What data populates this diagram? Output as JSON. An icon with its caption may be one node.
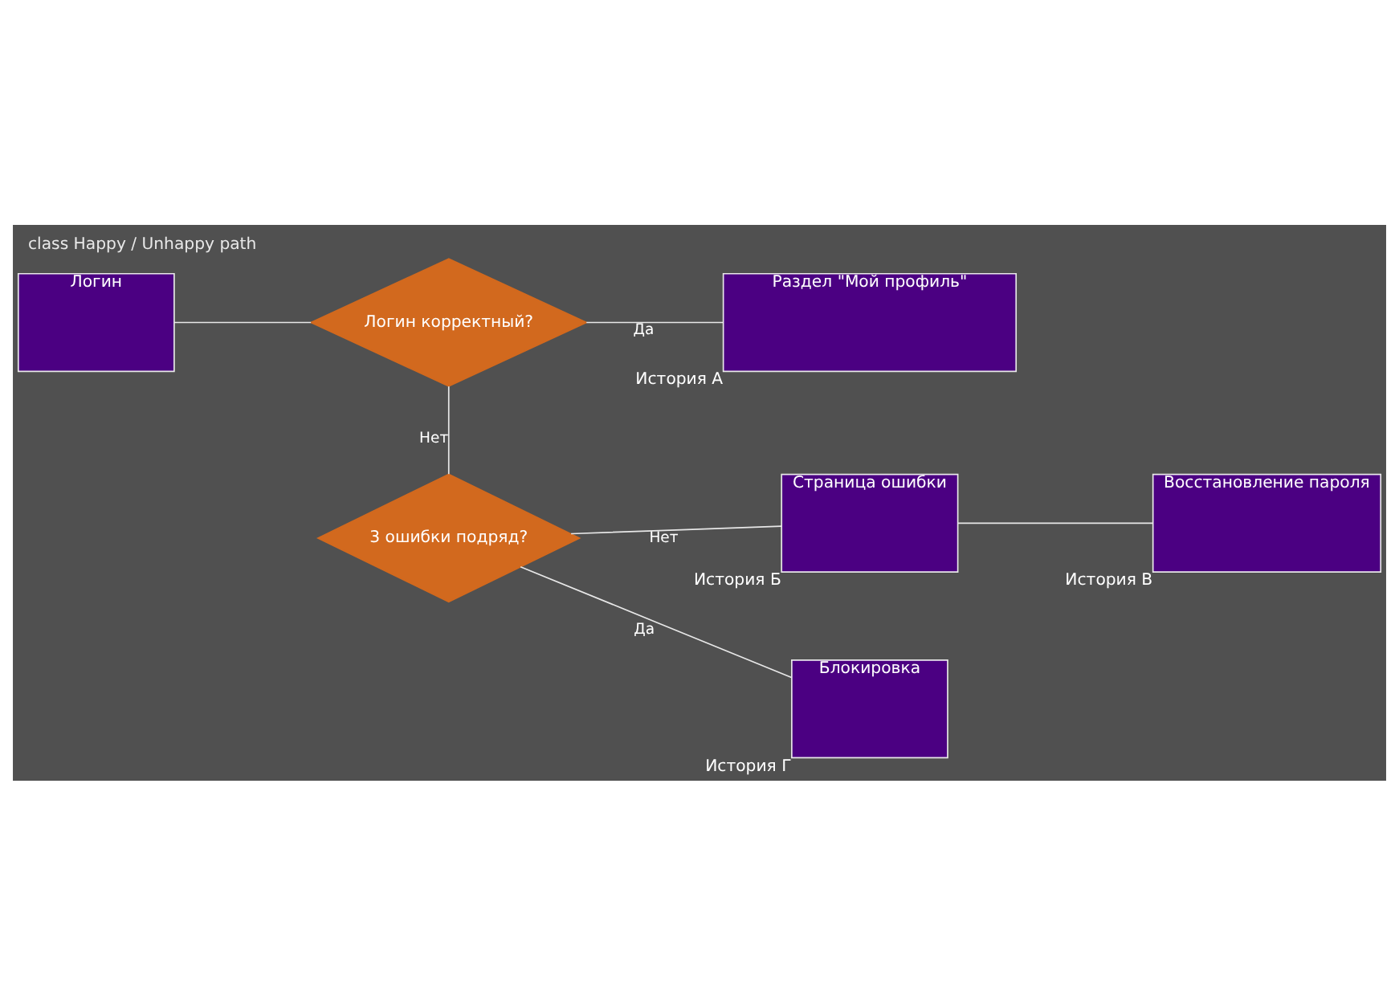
{
  "diagram": {
    "title": "class Happy / Unhappy path",
    "nodes": [
      {
        "text": [
          "Логин"
        ]
      },
      {
        "text": [
          "Логин корректный?"
        ]
      },
      {
        "text": [
          "Раздел \"Мой профиль\""
        ],
        "beside": [
          "История А"
        ]
      },
      {
        "text": [
          "3 ошибки подряд?"
        ]
      },
      {
        "text": [
          "Страница ошибки"
        ],
        "beside": [
          "История Б"
        ]
      },
      {
        "text": [
          "Восстановление пароля"
        ],
        "beside": [
          "История В"
        ]
      },
      {
        "text": [
          "Блокировка"
        ],
        "beside": [
          "История Г"
        ]
      }
    ],
    "edges": [
      {
        "from": 0,
        "to": 1,
        "arrow": "none"
      },
      {
        "from": 1,
        "to": 2,
        "arrow": "none",
        "label": "Да"
      },
      {
        "from": 1,
        "to": 3,
        "arrow": "none",
        "label": "Нет"
      },
      {
        "from": 3,
        "to": 4,
        "arrow": "none",
        "label": "Нет"
      },
      {
        "from": 4,
        "to": 5,
        "arrow": "none"
      },
      {
        "from": 3,
        "to": 6,
        "arrow": "none",
        "label": "Да"
      }
    ]
  }
}
